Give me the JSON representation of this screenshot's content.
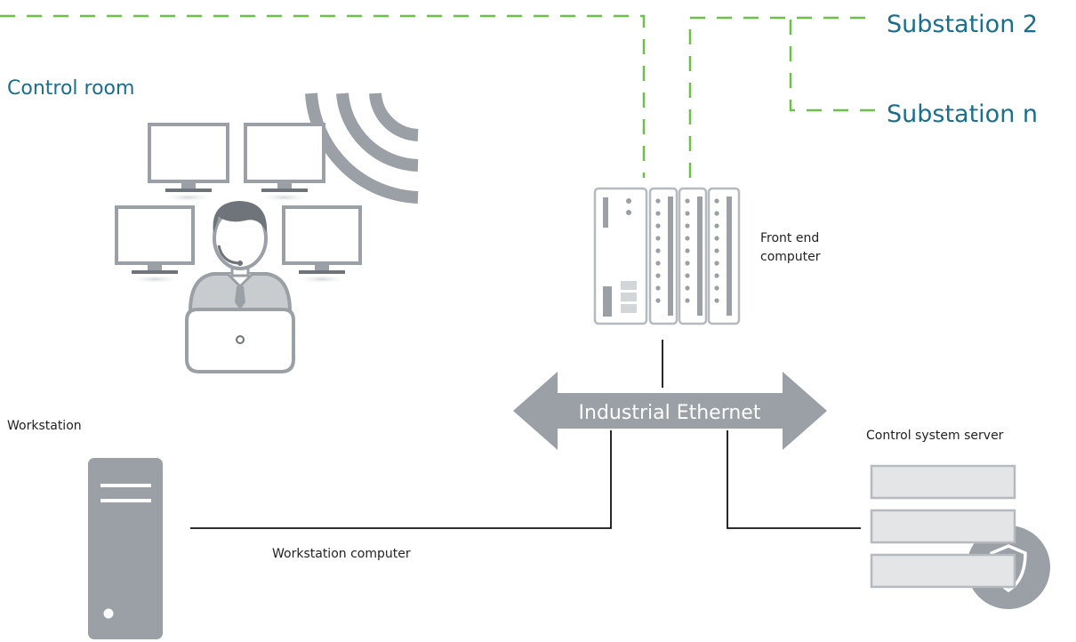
{
  "labels": {
    "control_room": "Control room",
    "substation_2": "Substation 2",
    "substation_n": "Substation n",
    "front_end_line1": "Front end",
    "front_end_line2": "computer",
    "industrial_ethernet": "Industrial Ethernet",
    "workstation": "Workstation",
    "workstation_computer": "Workstation computer",
    "control_system_server": "Control system server"
  },
  "colors": {
    "accent_teal": "#1a6e8e",
    "dash_green": "#6cc04a",
    "device_gray": "#9aa0a6",
    "line_black": "#111111"
  },
  "icons": [
    "monitor-icon",
    "operator-icon",
    "wireless-signal-icon",
    "laptop-icon",
    "rack-module-icon",
    "tower-pc-icon",
    "server-stack-icon",
    "shield-icon"
  ]
}
